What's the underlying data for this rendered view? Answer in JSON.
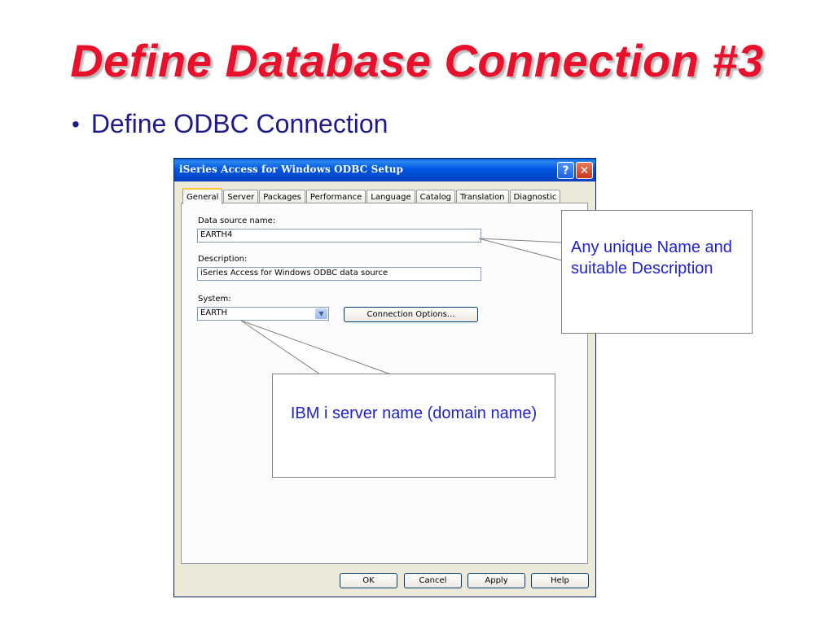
{
  "slide": {
    "title": "Define Database Connection #3",
    "bullet": "Define ODBC Connection"
  },
  "dialog": {
    "title": "iSeries Access for Windows ODBC Setup",
    "help_button": "?",
    "close_button": "✕",
    "tabs": [
      "General",
      "Server",
      "Packages",
      "Performance",
      "Language",
      "Catalog",
      "Translation",
      "Diagnostic"
    ],
    "active_tab": "General",
    "fields": {
      "data_source_label": "Data source name:",
      "data_source_value": "EARTH4",
      "description_label": "Description:",
      "description_value": "iSeries Access for Windows ODBC data source",
      "system_label": "System:",
      "system_value": "EARTH"
    },
    "connection_options_button": "Connection Options...",
    "footer_buttons": {
      "ok": "OK",
      "cancel": "Cancel",
      "apply": "Apply",
      "help": "Help"
    }
  },
  "callouts": {
    "name_note": "Any unique Name and suitable Description",
    "server_note": "IBM i server name (domain name)"
  },
  "colors": {
    "title": "#e8102a",
    "bullet_text": "#1f1a8c",
    "callout_text": "#2222cc",
    "titlebar": "#0057e3"
  }
}
